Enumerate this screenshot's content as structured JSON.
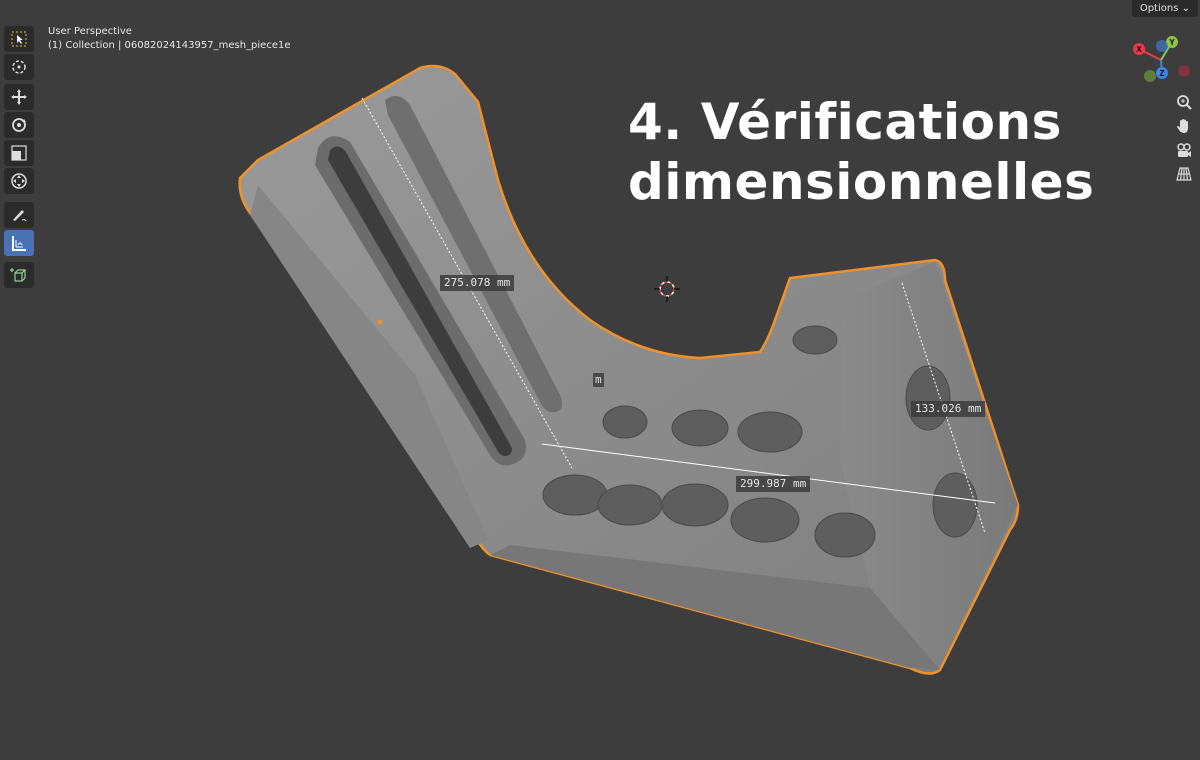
{
  "viewport": {
    "view_name": "User Perspective",
    "collection_line": "(1) Collection | 06082024143957_mesh_piece1e"
  },
  "header": {
    "options_label": "Options",
    "options_chevron": "chevron-down-icon"
  },
  "toolbar": {
    "tools": [
      {
        "name": "select-box",
        "icon": "select-box-icon",
        "active": false
      },
      {
        "name": "cursor",
        "icon": "cursor-icon",
        "active": false
      },
      {
        "name": "move",
        "icon": "move-icon",
        "active": false
      },
      {
        "name": "rotate",
        "icon": "rotate-icon",
        "active": false
      },
      {
        "name": "scale",
        "icon": "scale-icon",
        "active": false
      },
      {
        "name": "transform",
        "icon": "transform-icon",
        "active": false
      },
      {
        "name": "annotate",
        "icon": "annotate-icon",
        "active": false
      },
      {
        "name": "measure",
        "icon": "measure-icon",
        "active": true
      },
      {
        "name": "add-cube",
        "icon": "add-cube-icon",
        "active": false
      }
    ]
  },
  "gizmo": {
    "x_label": "X",
    "y_label": "Y",
    "z_label": "Z"
  },
  "nav_buttons": [
    "zoom-icon",
    "pan-hand-icon",
    "camera-icon",
    "grid-perspective-icon"
  ],
  "overlay_title": {
    "line1": "4. Vérifications",
    "line2": "dimensionnelles"
  },
  "measurements": {
    "slot_length": "275.078 mm",
    "base_width": "299.987 mm",
    "side_height": "133.026 mm",
    "small_marker": "m"
  },
  "colors": {
    "background": "#3d3d3d",
    "selection_outline": "#f0922b",
    "active_tool": "#4772b3",
    "axis_x": "#e8394d",
    "axis_y": "#8bc34a",
    "axis_z": "#3d85e0"
  }
}
